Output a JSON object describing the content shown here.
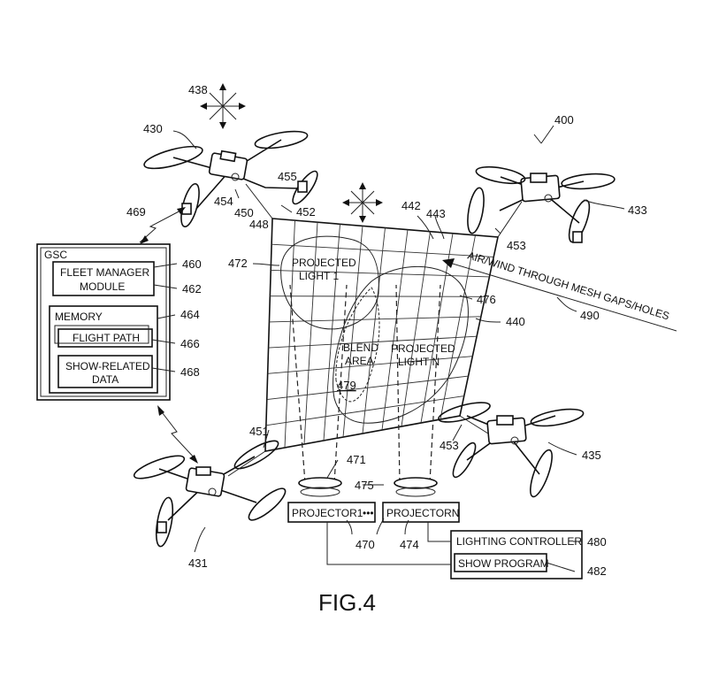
{
  "figure": {
    "caption": "FIG.4",
    "system_ref": "400"
  },
  "gsc": {
    "title": "GSC",
    "ref": "469",
    "fleet_manager_line1": "FLEET MANAGER",
    "fleet_manager_line2": "MODULE",
    "fleet_manager_ref_outer": "460",
    "fleet_manager_ref_inner": "462",
    "memory_label": "MEMORY",
    "memory_ref": "464",
    "flight_path_label": "FLIGHT PATH",
    "flight_path_ref": "466",
    "show_data_line1": "SHOW-RELATED",
    "show_data_line2": "DATA",
    "show_data_ref": "468"
  },
  "drones": [
    {
      "id": "top-left",
      "ref": "430"
    },
    {
      "id": "top-right",
      "ref": "433"
    },
    {
      "id": "bottom-left",
      "ref": "431"
    },
    {
      "id": "bottom-right",
      "ref": "435"
    }
  ],
  "movement_ref": "438",
  "screen": {
    "ref": "440",
    "mesh_ref": "442",
    "gaps_ref": "443",
    "corner_ref_top_left": "448",
    "corner_ref_bottom_left": "451",
    "tether_refs": [
      "450",
      "452",
      "453",
      "453",
      "454",
      "455"
    ],
    "projected_light_1_line1": "PROJECTED",
    "projected_light_1_line2": "LIGHT 1",
    "projected_light_1_ref": "472",
    "projected_light_n_line1": "PROJECTED",
    "projected_light_n_line2": "LIGHT N",
    "projected_light_n_ref": "476",
    "blend_line1": "BLEND",
    "blend_line2": "AREA",
    "blend_ref": "479"
  },
  "wind": {
    "label": "AIR/WIND THROUGH MESH GAPS/HOLES",
    "ref": "490"
  },
  "projectors": {
    "projector_1_label": "PROJECTOR1",
    "projector_n_label": "PROJECTORN",
    "dots": "•••",
    "lens_1_ref": "471",
    "lens_n_ref": "475",
    "group_ref": "470",
    "projector_n_ref": "474"
  },
  "lighting": {
    "controller_label": "LIGHTING CONTROLLER",
    "controller_ref": "480",
    "show_program_label": "SHOW PROGRAM",
    "show_program_ref": "482"
  }
}
